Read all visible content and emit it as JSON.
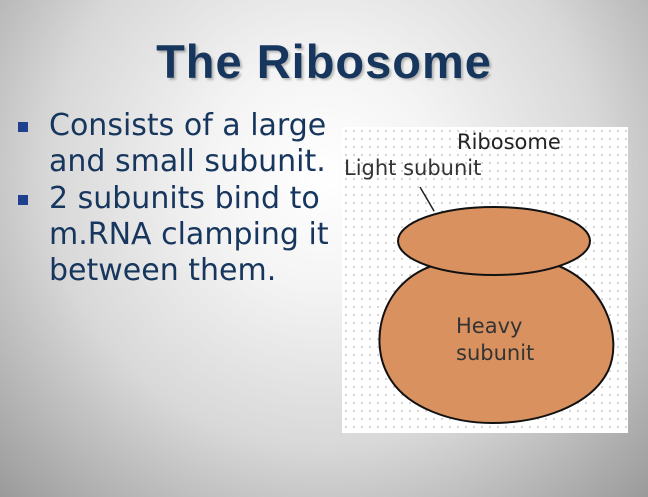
{
  "slide": {
    "title": "The Ribosome"
  },
  "bullets": [
    {
      "text": "Consists of a large and small subunit."
    },
    {
      "text": "2 subunits bind to m.RNA clamping it between them."
    }
  ],
  "figure": {
    "heading": "Ribosome",
    "light_label": "Light subunit",
    "heavy_label_line1": "Heavy",
    "heavy_label_line2": "subunit",
    "subunit_color": "#d9915f",
    "outline_color": "#111111"
  },
  "colors": {
    "title": "#17365d",
    "bullet_text": "#17365d",
    "bullet_marker": "#1f3f8f"
  }
}
